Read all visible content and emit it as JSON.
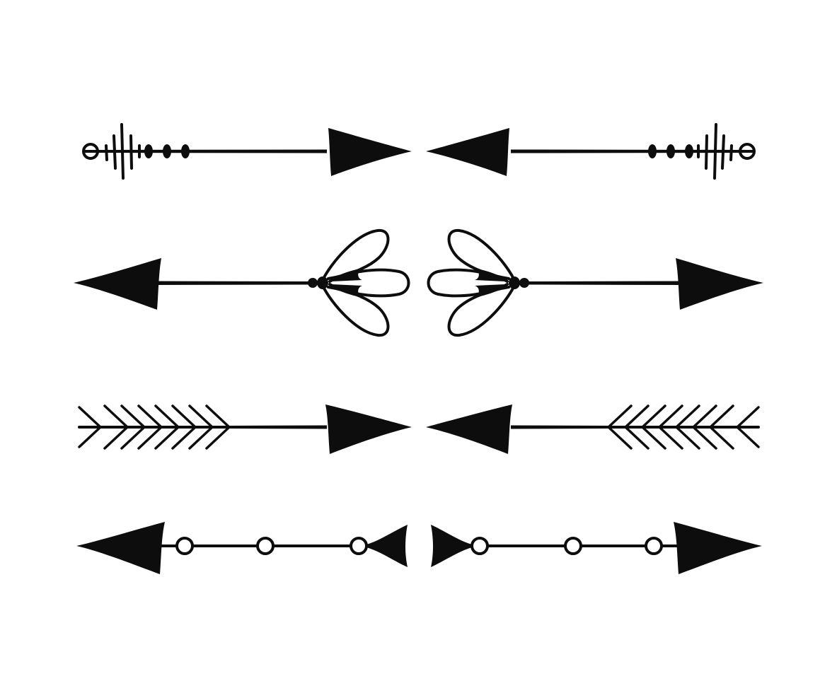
{
  "background_color": "#ffffff",
  "ink_color": "#0d0d0d",
  "arrows": [
    {
      "name": "tally-tail-arrow",
      "direction": "right",
      "icon": "arrow-right-icon"
    },
    {
      "name": "tally-tail-arrow",
      "direction": "left",
      "icon": "arrow-left-icon"
    },
    {
      "name": "petal-tail-arrow",
      "direction": "left",
      "icon": "arrow-left-icon"
    },
    {
      "name": "petal-tail-arrow",
      "direction": "right",
      "icon": "arrow-right-icon"
    },
    {
      "name": "feathered-arrow",
      "direction": "right",
      "icon": "arrow-right-icon"
    },
    {
      "name": "feathered-arrow",
      "direction": "left",
      "icon": "arrow-left-icon"
    },
    {
      "name": "bead-arrow",
      "direction": "left",
      "icon": "arrow-left-icon"
    },
    {
      "name": "bead-arrow",
      "direction": "right",
      "icon": "arrow-right-icon"
    }
  ]
}
